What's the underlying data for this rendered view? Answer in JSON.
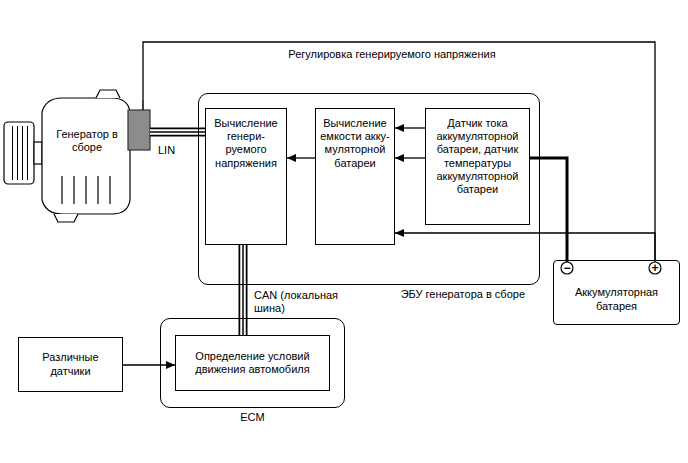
{
  "diagram": {
    "nodes": [
      {
        "text": [
          "Генератор в сборе"
        ]
      },
      {
        "text": [
          "ЭБУ генератора в сборе"
        ]
      },
      {
        "text": [
          "Вычисление генери- руемого напряжения"
        ],
        "in": 1
      },
      {
        "text": [
          "Вычисление емкости акку- муляторной батареи"
        ],
        "in": 1
      },
      {
        "text": [
          "Датчик тока аккумуляторной батареи, датчик температуры аккумуляторной батареи"
        ],
        "in": 1
      },
      {
        "text": [
          "Аккумуляторная батарея"
        ]
      },
      {
        "text": [
          "ECM"
        ]
      },
      {
        "text": [
          "Определение условий движения автомобиля"
        ],
        "in": 6
      },
      {
        "text": [
          "Различные датчики"
        ]
      }
    ],
    "edges": [
      {
        "from": 0,
        "to": 2,
        "label": "LIN",
        "arrow": "none"
      },
      {
        "from": 3,
        "to": 2,
        "arrow": "to"
      },
      {
        "from": 4,
        "to": 3,
        "arrow": "to"
      },
      {
        "from": 4,
        "to": 3,
        "arrow": "to"
      },
      {
        "from": 5,
        "to": 4,
        "arrow": "none"
      },
      {
        "from": 5,
        "to": 3,
        "arrow": "to"
      },
      {
        "from": 0,
        "to": 5,
        "label": "Регулировка генерируемого напряжения",
        "arrow": "none"
      },
      {
        "from": 2,
        "to": 7,
        "label": "CAN (локальная шина)",
        "arrow": "none"
      },
      {
        "from": 8,
        "to": 7,
        "arrow": "to"
      }
    ],
    "labels": [
      "−",
      "+"
    ]
  }
}
